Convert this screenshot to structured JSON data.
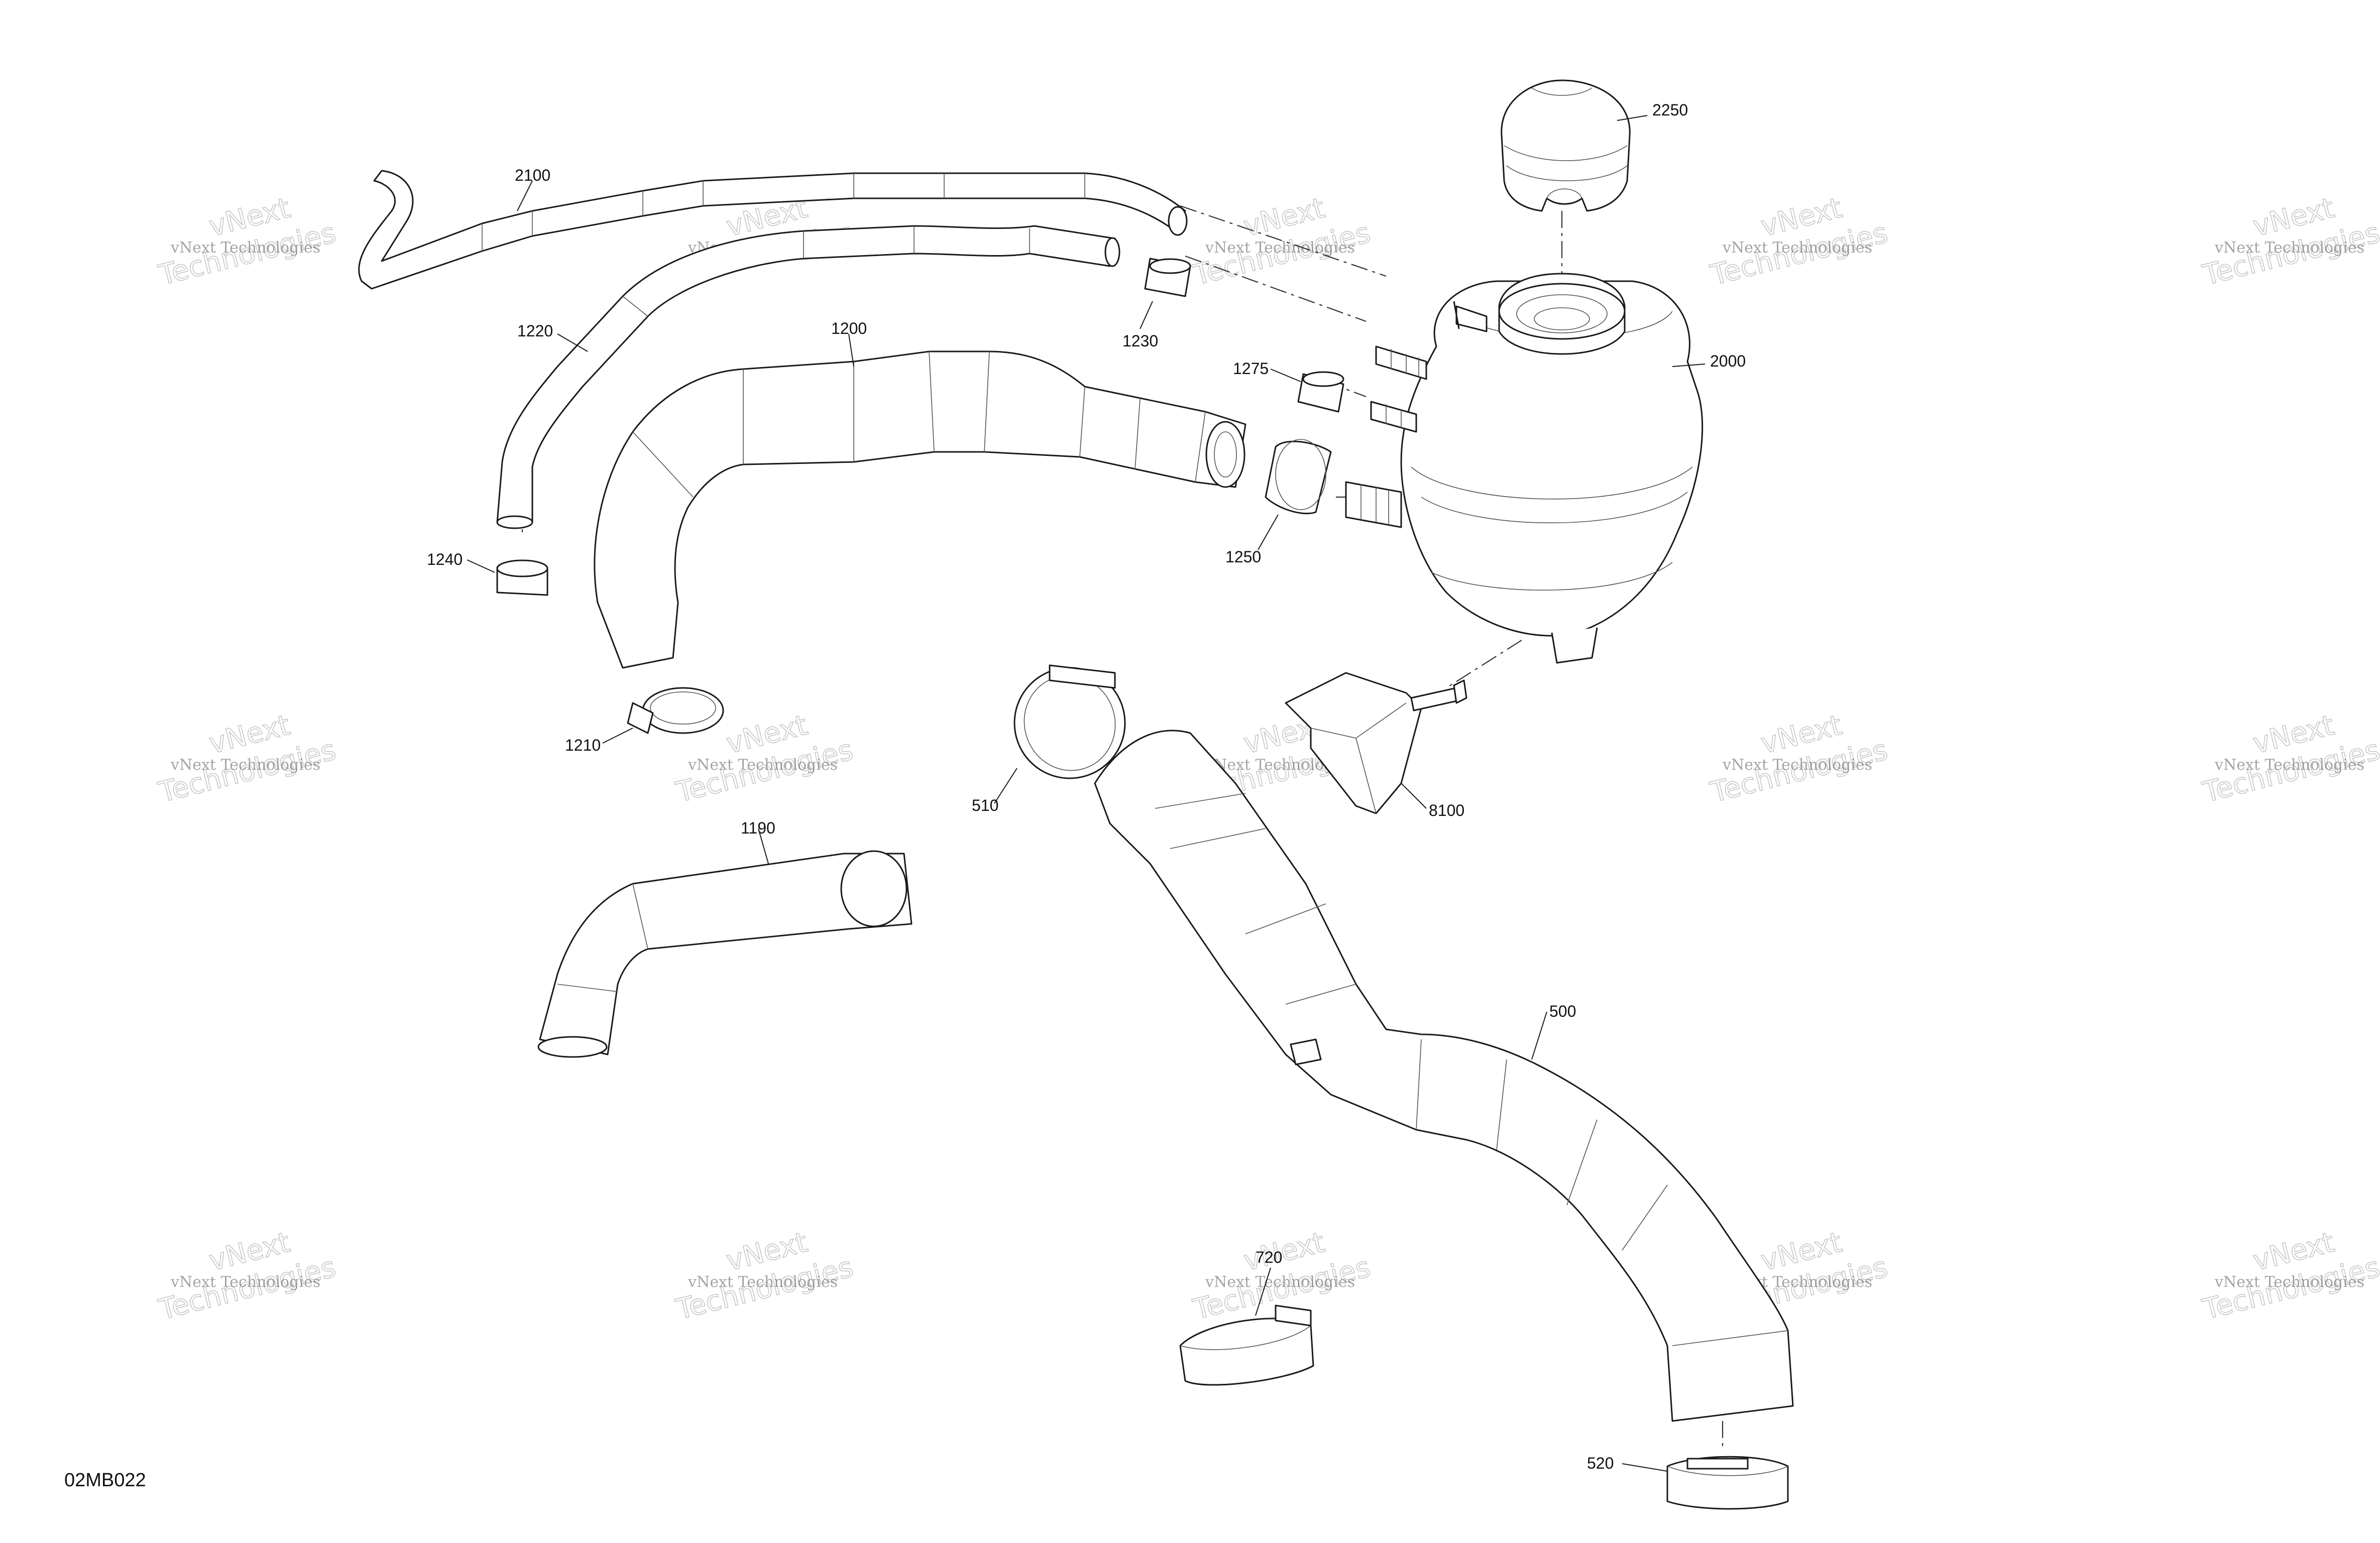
{
  "diagram": {
    "drawing_code": "02MB022",
    "watermark": {
      "line_small": "vNext Technologies",
      "line_big_top": "vNext",
      "line_big_bottom": "Technologies"
    },
    "callouts": {
      "p2250": "2250",
      "p2100": "2100",
      "p1230": "1230",
      "p1220": "1220",
      "p1200": "1200",
      "p1275": "1275",
      "p2000": "2000",
      "p1240": "1240",
      "p1250": "1250",
      "p1210": "1210",
      "p510": "510",
      "p8100": "8100",
      "p1190": "1190",
      "p500": "500",
      "p720": "720",
      "p520": "520"
    }
  }
}
